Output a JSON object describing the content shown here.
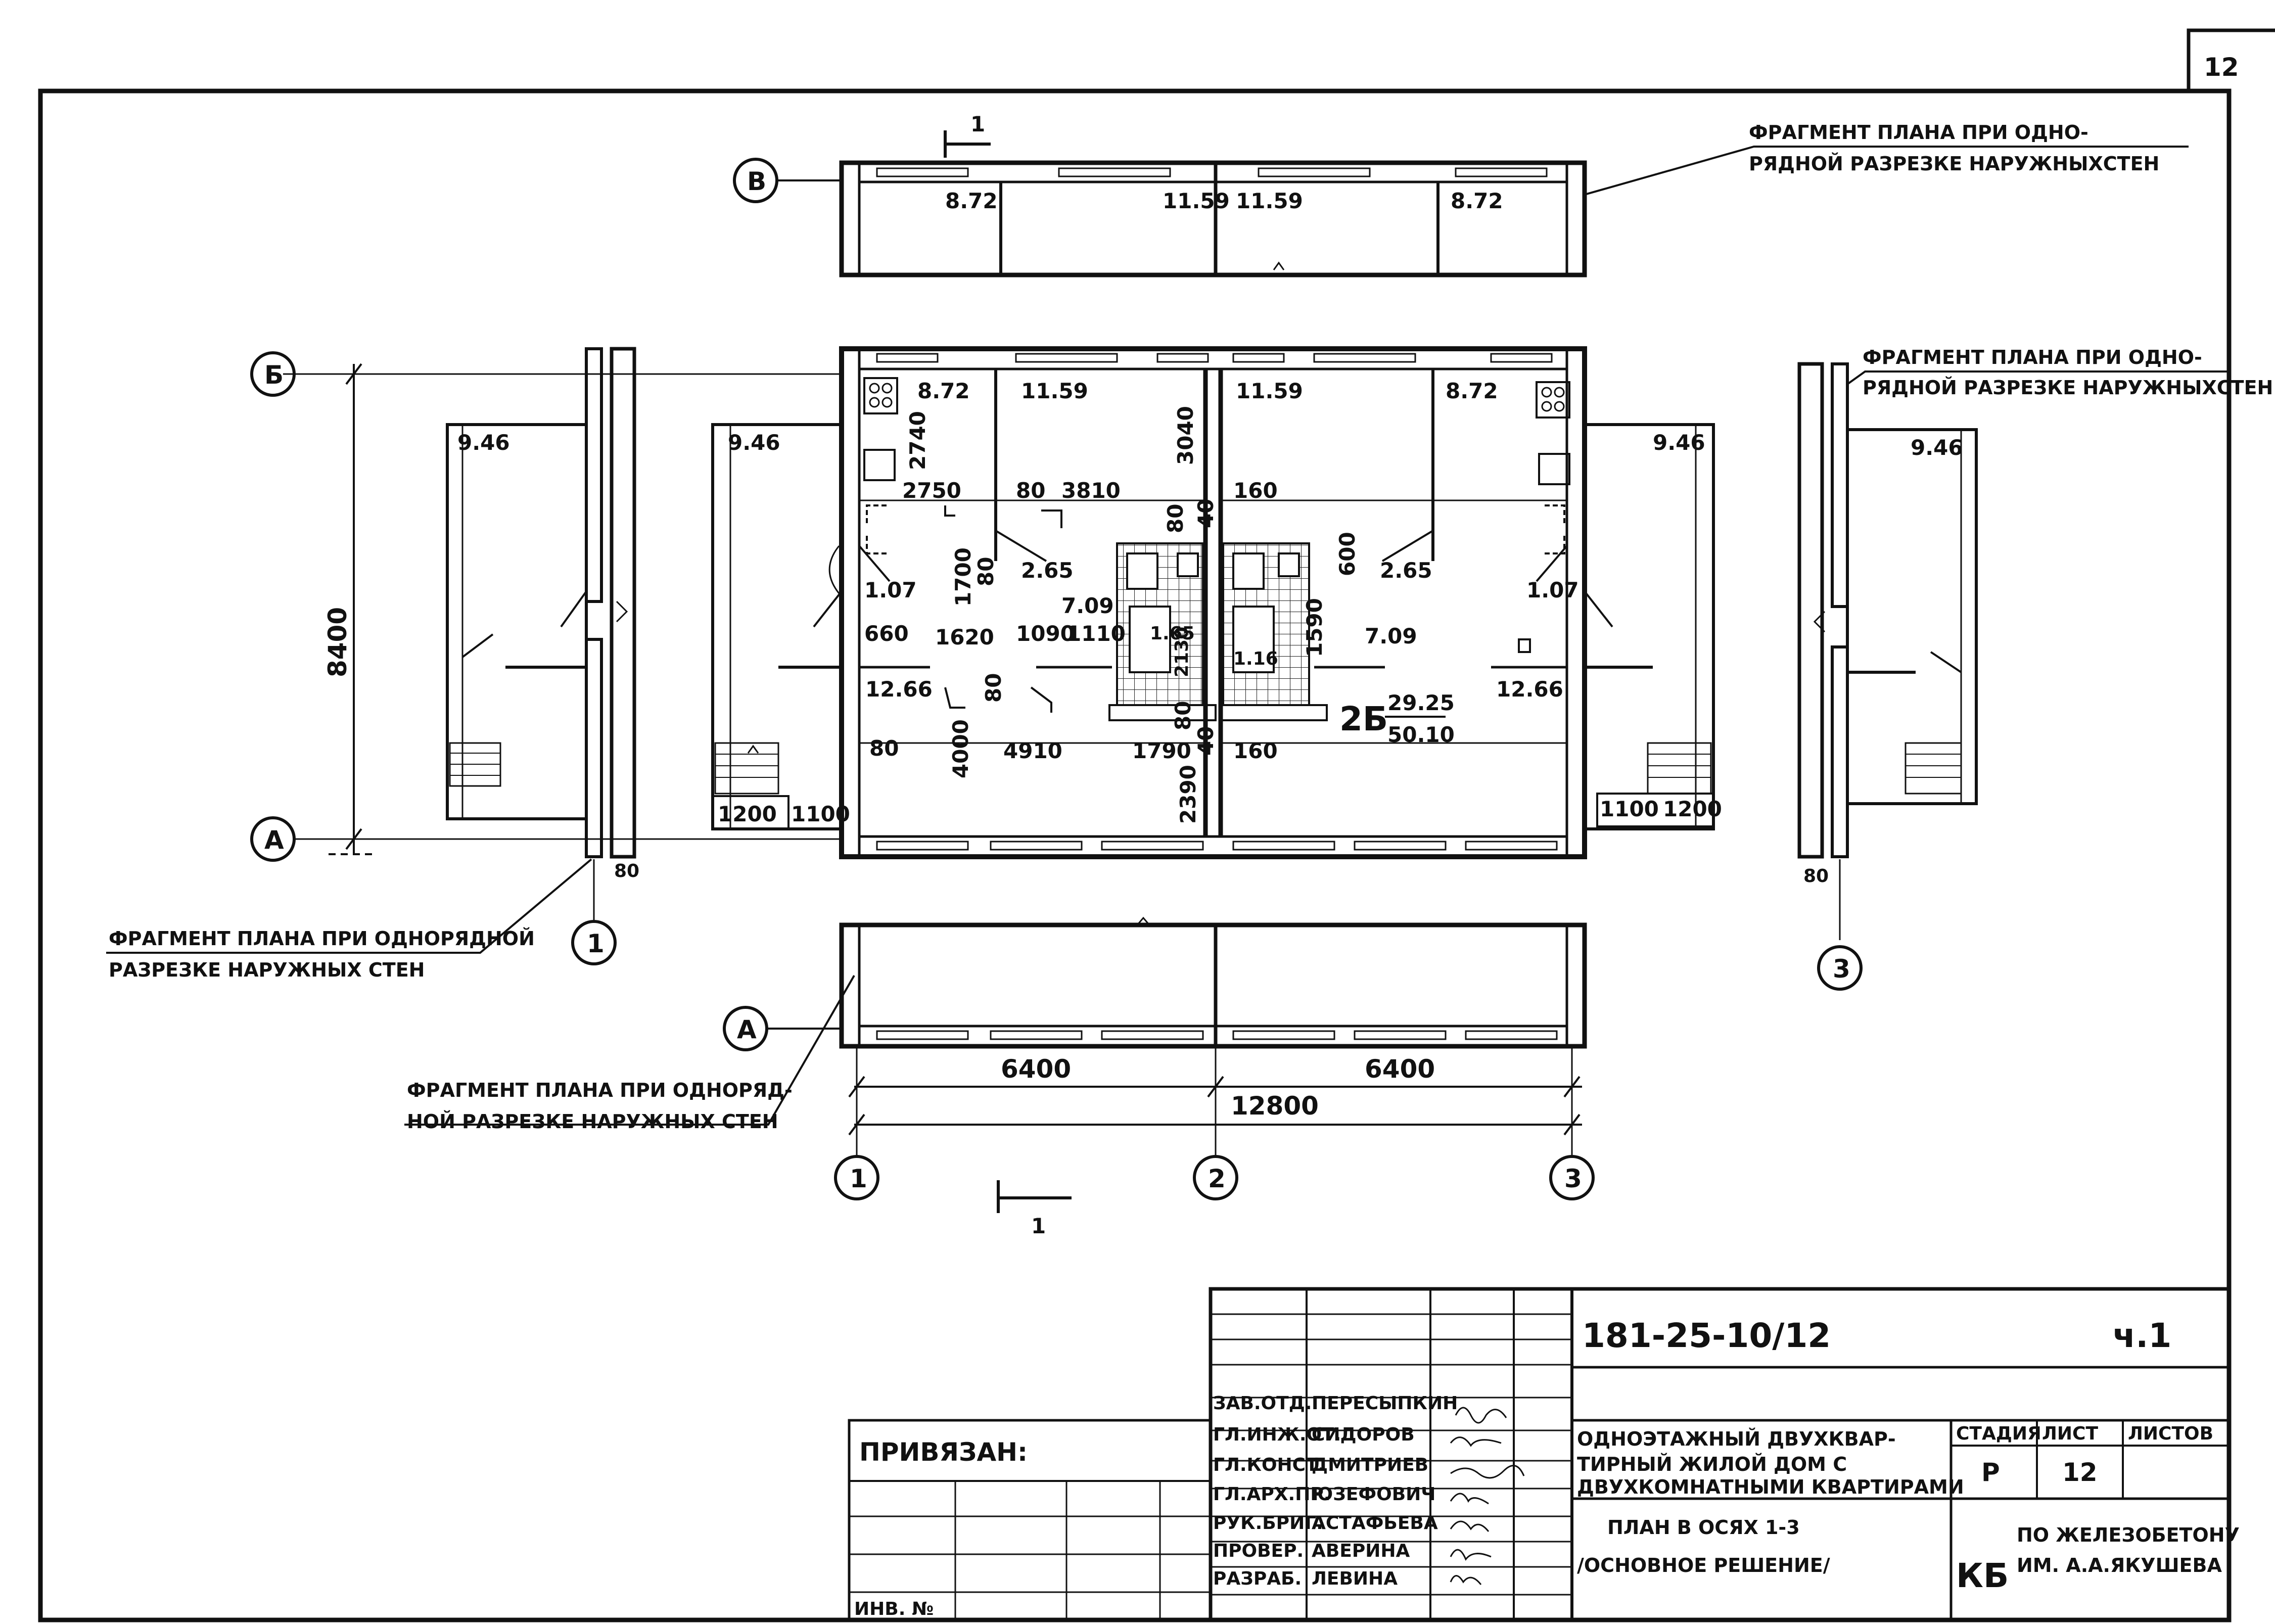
{
  "sheet": {
    "number": "12",
    "cut_mark": "1"
  },
  "axes": {
    "letters": [
      "В",
      "Б",
      "А",
      "А"
    ],
    "numbers": [
      "1",
      "3",
      "1",
      "2",
      "3"
    ]
  },
  "notes": {
    "top_right": [
      "ФРАГМЕНТ ПЛАНА ПРИ ОДНО-",
      "РЯДНОЙ РАЗРЕЗКЕ НАРУЖНЫХСТЕН"
    ],
    "right": [
      "ФРАГМЕНТ ПЛАНА ПРИ ОДНО-",
      "РЯДНОЙ РАЗРЕЗКЕ НАРУЖНЫХСТЕН"
    ],
    "left": [
      "ФРАГМЕНТ ПЛАНА ПРИ ОДНОРЯДНОЙ",
      "РАЗРЕЗКЕ НАРУЖНЫХ СТЕН"
    ],
    "bottom": [
      "ФРАГМЕНТ ПЛАНА ПРИ ОДНОРЯД-",
      "НОЙ РАЗРЕЗКЕ НАРУЖНЫХ СТЕН"
    ]
  },
  "areas": {
    "top_strip": [
      "8.72",
      "11.59",
      "11.59",
      "8.72"
    ],
    "main_top": [
      "8.72",
      "11.59",
      "11.59",
      "8.72"
    ],
    "porches": [
      "9.46",
      "9.46",
      "9.46",
      "9.46"
    ],
    "small": [
      "1.07",
      "2.65",
      "7.09",
      "7.09",
      "2.65",
      "1.07",
      "12.66",
      "12.66",
      "1.65",
      "1.16"
    ],
    "flat_main": "29.25",
    "flat_total": "50.10",
    "flat_type": "2Б"
  },
  "dims": {
    "overall_height": "8400",
    "bays": [
      "6400",
      "6400"
    ],
    "total": "12800",
    "values": [
      "2740",
      "3040",
      "2750",
      "80",
      "3810",
      "160",
      "80",
      "40",
      "1700",
      "80",
      "1620",
      "660",
      "1090",
      "1110",
      "2130",
      "1590",
      "600",
      "80",
      "4000",
      "4910",
      "1790",
      "80",
      "40",
      "160",
      "2390",
      "1200",
      "1100",
      "1100",
      "1200",
      "80",
      "80"
    ]
  },
  "title_block": {
    "code": "181-25-10/12",
    "part": "ч.1",
    "bound_label": "ПРИВЯЗАН:",
    "inv_label": "ИНВ. №",
    "roles": [
      "ЗАВ.ОТД.",
      "ГЛ.ИНЖ.ОТ.",
      "ГЛ.КОНСТ.",
      "ГЛ.АРХ.ПР.",
      "РУК.БРИГ.",
      "ПРОВЕР.",
      "РАЗРАБ."
    ],
    "names": [
      "ПЕРЕСЫПКИН",
      "СИДОРОВ",
      "ДМИТРИЕВ",
      "ЮЗЕФОВИЧ",
      "АСТАФЬЕВА",
      "АВЕРИНА",
      "ЛЕВИНА"
    ],
    "project_title": [
      "ОДНОЭТАЖНЫЙ ДВУХКВАР-",
      "ТИРНЫЙ ЖИЛОЙ ДОМ С",
      "ДВУХКОМНАТНЫМИ КВАРТИРАМИ"
    ],
    "sheet_title": [
      "ПЛАН В ОСЯХ 1-3",
      "/ОСНОВНОЕ РЕШЕНИЕ/"
    ],
    "headers": [
      "СТАДИЯ",
      "ЛИСТ",
      "ЛИСТОВ"
    ],
    "stage": "Р",
    "sheet_no": "12",
    "org_mark": "КБ",
    "org": [
      "ПО ЖЕЛЕЗОБЕТОНУ",
      "ИМ. А.А.ЯКУШЕВА"
    ]
  }
}
